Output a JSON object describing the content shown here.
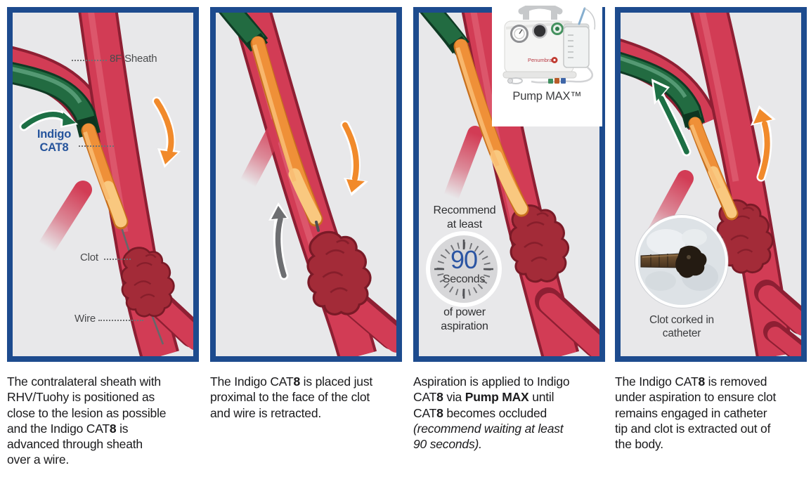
{
  "colors": {
    "frame_blue": "#1d4b8e",
    "panel_background": "#e8e8ea",
    "vessel_red": "#d23c55",
    "vessel_outline": "#8e1f33",
    "clot_red": "#a32b38",
    "clot_outline": "#7a1a27",
    "sheath_green": "#226b41",
    "catheter_orange": "#ef9038",
    "catheter_light": "#f9c87f",
    "arrow_green": "#1d7045",
    "arrow_orange": "#f18a2b",
    "arrow_gray": "#6d6e71",
    "indigo_label_blue": "#26549c",
    "timer_blue": "#2b55a3"
  },
  "panels": [
    {
      "name": "position-sheath-and-catheter",
      "labels": {
        "sheath": "8F Sheath",
        "device_line1": "Indigo",
        "device_cat": "CAT",
        "device_size": "8",
        "clot": "Clot",
        "wire": "Wire"
      },
      "caption": [
        {
          "t": "The contralateral sheath with",
          "br": true
        },
        {
          "t": "RHV/Tuohy is positioned as",
          "br": true
        },
        {
          "t": "close to the lesion as possible",
          "br": true
        },
        {
          "t": "and the Indigo CAT"
        },
        {
          "t": "8",
          "b": true
        },
        {
          "t": " is",
          "br": true
        },
        {
          "t": "advanced through sheath",
          "br": true
        },
        {
          "t": "over a wire."
        }
      ]
    },
    {
      "name": "place-at-clot-face",
      "caption": [
        {
          "t": "The Indigo CAT"
        },
        {
          "t": "8",
          "b": true
        },
        {
          "t": " is placed just",
          "br": true
        },
        {
          "t": "proximal to the face of the clot",
          "br": true
        },
        {
          "t": "and wire is retracted."
        }
      ]
    },
    {
      "name": "apply-power-aspiration",
      "labels": {
        "pump": "Pump MAX™",
        "pump_brand": "Penumbra",
        "recommend_line1": "Recommend",
        "recommend_line2": "at least",
        "timer_value": "90",
        "timer_unit": "Seconds",
        "power_line1": "of power",
        "power_line2": "aspiration"
      },
      "caption": [
        {
          "t": "Aspiration is applied to Indigo",
          "br": true
        },
        {
          "t": "CAT"
        },
        {
          "t": "8",
          "b": true
        },
        {
          "t": " via "
        },
        {
          "t": "Pump MAX",
          "b": true
        },
        {
          "t": " until",
          "br": true
        },
        {
          "t": "CAT"
        },
        {
          "t": "8",
          "b": true
        },
        {
          "t": " becomes occluded",
          "br": true
        },
        {
          "t": "(recommend waiting at least",
          "i": true,
          "br": true
        },
        {
          "t": "90 seconds).",
          "i": true
        }
      ]
    },
    {
      "name": "remove-catheter-with-clot",
      "labels": {
        "inset_line1": "Clot corked in",
        "inset_line2": "catheter"
      },
      "caption": [
        {
          "t": "The Indigo CAT"
        },
        {
          "t": "8",
          "b": true
        },
        {
          "t": " is removed",
          "br": true
        },
        {
          "t": "under aspiration to ensure clot",
          "br": true
        },
        {
          "t": "remains engaged in catheter",
          "br": true
        },
        {
          "t": "tip and clot is extracted out of",
          "br": true
        },
        {
          "t": "the body."
        }
      ]
    }
  ]
}
